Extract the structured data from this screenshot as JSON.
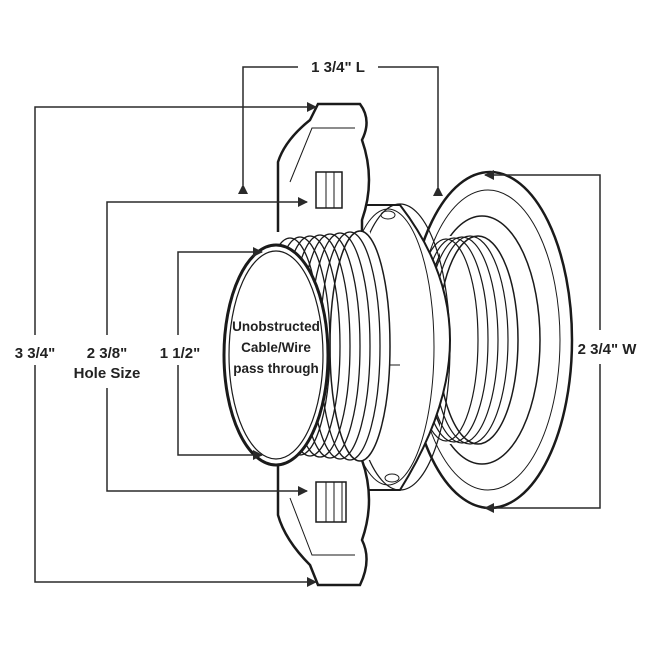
{
  "dimensions": {
    "length": "1 3/4\" L",
    "width": "2 3/4\" W",
    "overall_height": "3 3/4\"",
    "hole_size_value": "2 3/8\"",
    "hole_size_label": "Hole Size",
    "inner_diameter": "1 1/2\""
  },
  "center_label": {
    "line1": "Unobstructed",
    "line2": "Cable/Wire",
    "line3": "pass through"
  },
  "colors": {
    "line": "#1a1a1a",
    "background": "#ffffff"
  }
}
